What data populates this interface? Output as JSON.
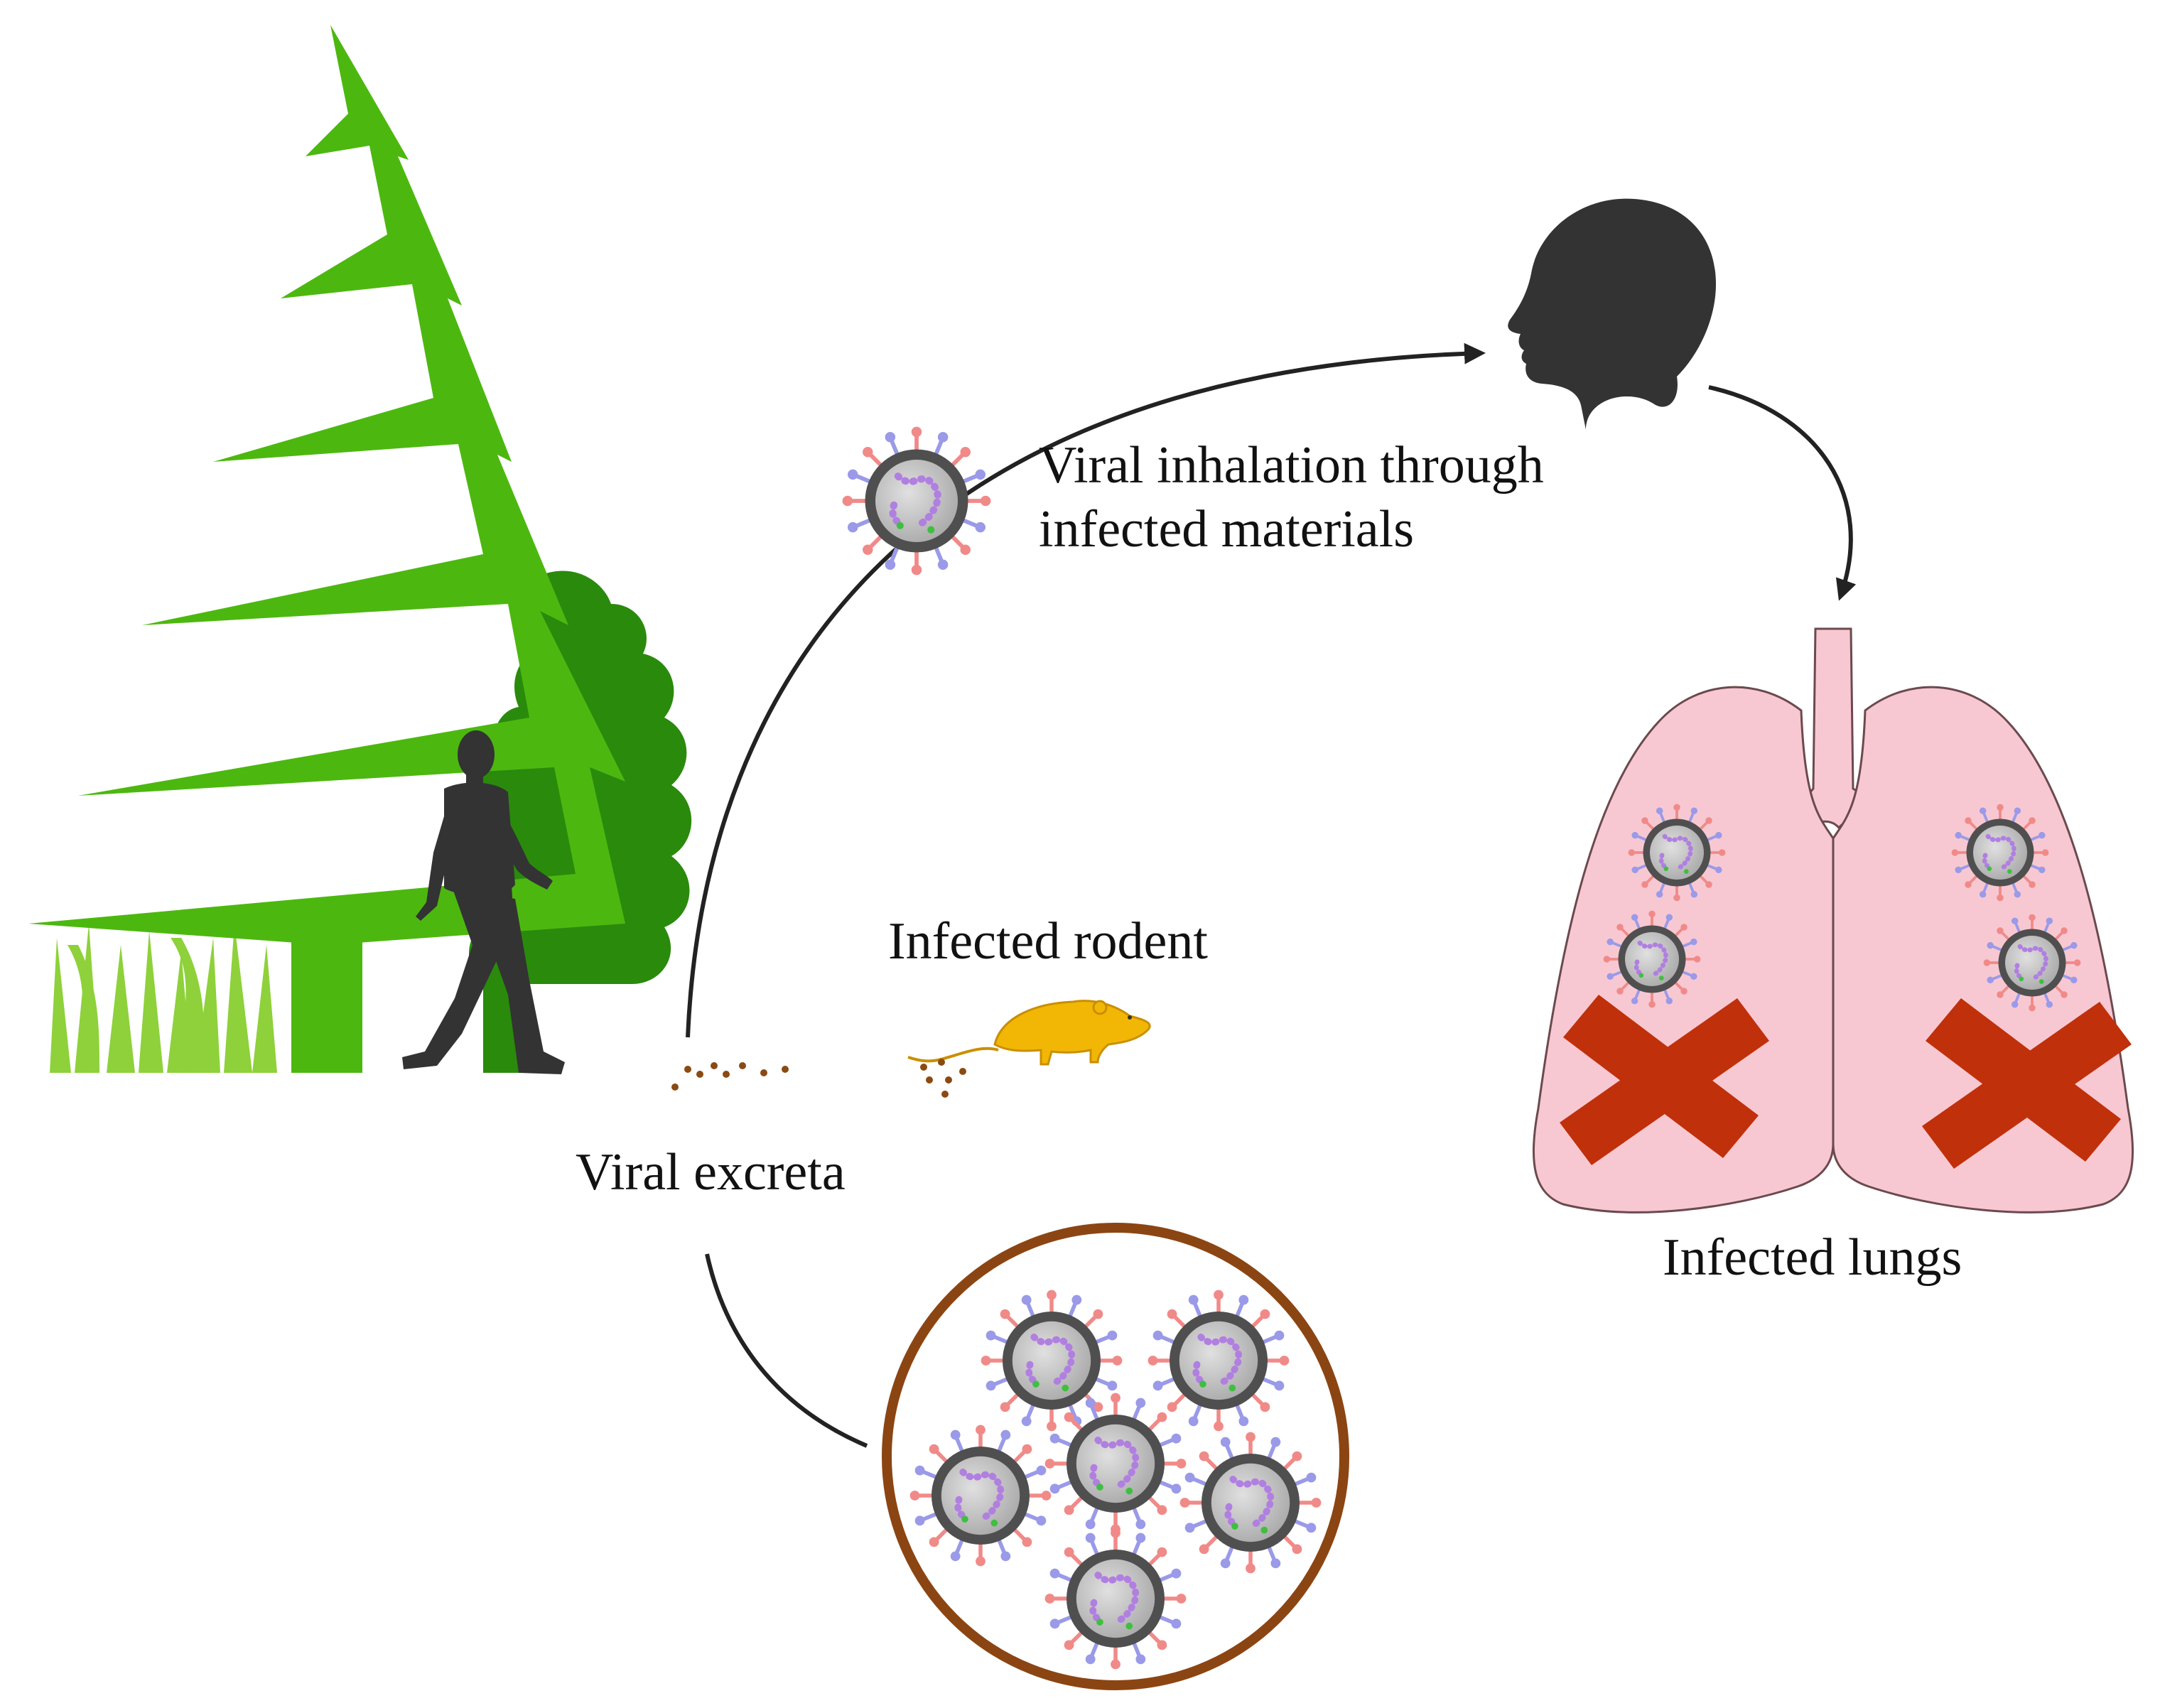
{
  "labels": {
    "inhalation_line1": "Viral inhalation through",
    "inhalation_line2": "infected materials",
    "rodent": "Infected rodent",
    "excreta": "Viral excreta",
    "lungs": "Infected lungs"
  },
  "colors": {
    "tree_light": "#4cb80f",
    "tree_dark": "#2a8a0c",
    "grass": "#8ed13a",
    "silhouette": "#333333",
    "lung_fill": "#f8c8d2",
    "lung_stroke": "#6b4a4e",
    "cross": "#c0300a",
    "rodent": "#f2b705",
    "excreta": "#8b4a12",
    "virus_shell": "#4f4f4f",
    "virus_core": "#bdbdbd",
    "genome": "#b07fe0",
    "spike_pink": "#f08a88",
    "spike_blue": "#9a9ae8",
    "ring": "#8b4513",
    "arrow": "#222222"
  },
  "icons": {
    "person_walking": "person-walking-icon",
    "human_head": "human-head-icon",
    "rodent": "rodent-icon",
    "lungs": "lungs-icon",
    "virus": "virus-icon",
    "cross": "cross-icon"
  }
}
